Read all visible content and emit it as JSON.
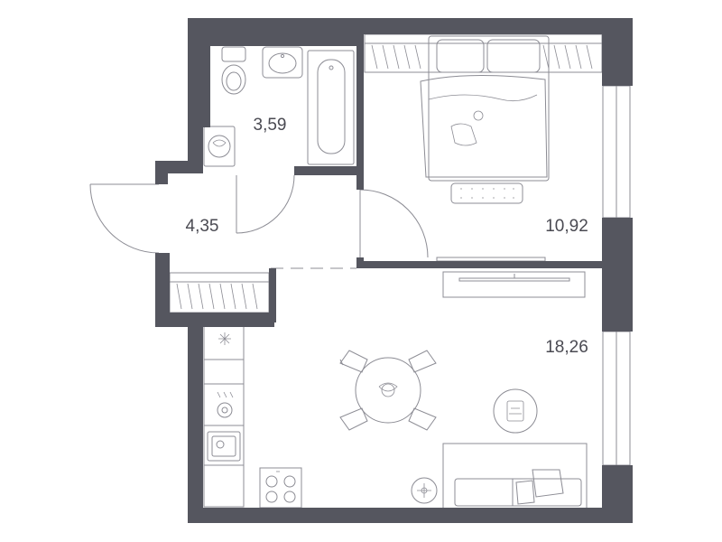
{
  "plan": {
    "wall_color": "#55565f",
    "line_color": "#8c8c94",
    "rooms": [
      {
        "id": "bathroom",
        "area": "3,59"
      },
      {
        "id": "hallway",
        "area": "4,35"
      },
      {
        "id": "bedroom",
        "area": "10,92"
      },
      {
        "id": "living-kitchen",
        "area": "18,26"
      }
    ]
  }
}
